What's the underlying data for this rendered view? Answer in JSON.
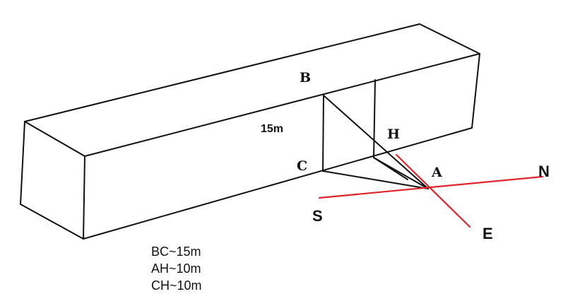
{
  "colors": {
    "line": "#111111",
    "compass": "#e0242b",
    "background": "#ffffff"
  },
  "points": {
    "B": "B",
    "H": "H",
    "C": "C",
    "A": "A"
  },
  "length_label": "15m",
  "directions": {
    "N": "N",
    "S": "S",
    "E": "E"
  },
  "notes": [
    "BC~15m",
    "AH~10m",
    "CH~10m"
  ]
}
